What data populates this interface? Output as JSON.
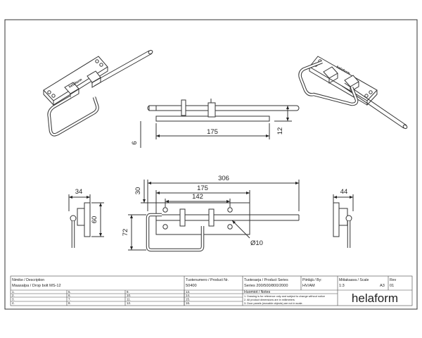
{
  "dimensions": {
    "side_length": "175",
    "side_thickness": "6",
    "side_height": "12",
    "front_width_left": "34",
    "front_height_left": "60",
    "overall_length": "306",
    "top_offset": "30",
    "plate_length": "175",
    "hole_spacing": "142",
    "plate_height": "72",
    "rod_diameter": "Ø10",
    "right_width": "44"
  },
  "plate_logo": "helaform",
  "title_block": {
    "description_label": "Nimike / Description",
    "description_value": "Maasalpa / Drop bolt MS-12",
    "product_no_label": "Tuotenumero / Product Nr.",
    "product_no_value": "50400",
    "series_label": "Tuotesarja / Product Series",
    "series_value": "Series 200/500/800/2000",
    "drawn_label": "Piirtäjä / By:",
    "drawn_value": "HV/AM",
    "scale_label": "Mittakaava / Scale",
    "scale_value": "1:3",
    "sheet_value": "A3",
    "rev_label": "Rev",
    "rev_value": "01",
    "notes_label": "Huomiot / Notes",
    "notes": [
      "1. Drawing is for reference only and subject to change without notice",
      "2. All product dimensions are in millimeters",
      "3. Door panels (movable objects) are not in scale."
    ],
    "revision_numbers": [
      "1.",
      "2.",
      "3.",
      "4.",
      "5.",
      "6.",
      "7.",
      "8.",
      "9.",
      "10.",
      "11.",
      "12.",
      "13.",
      "14.",
      "15.",
      "16."
    ],
    "logo": "helaform"
  }
}
